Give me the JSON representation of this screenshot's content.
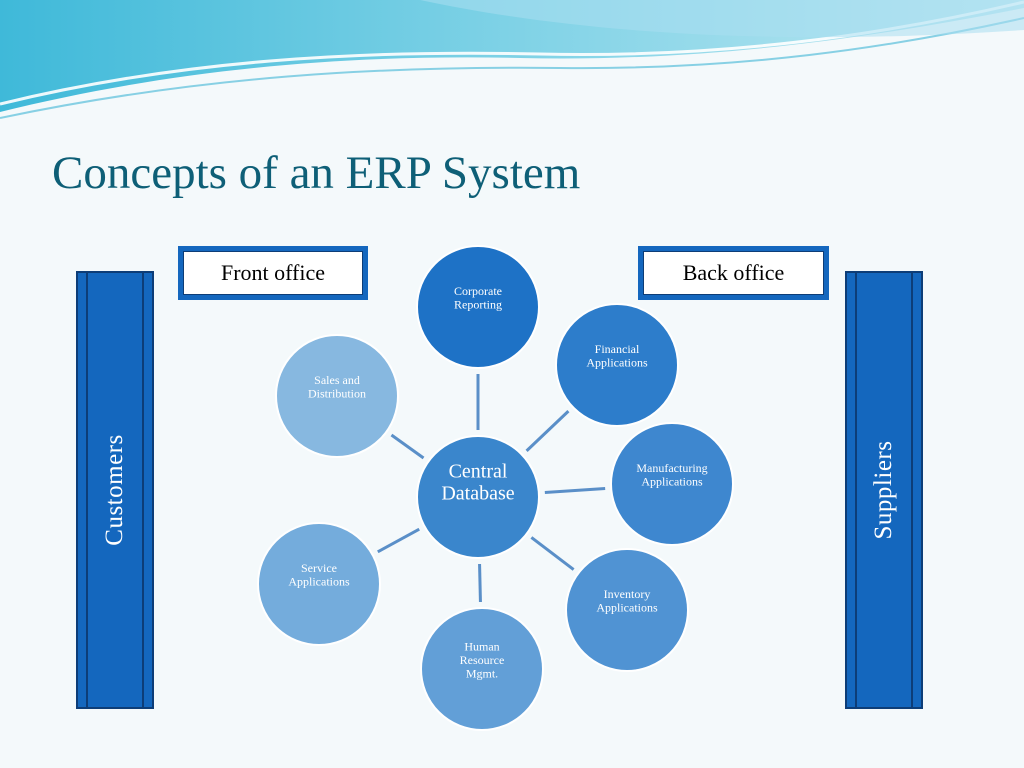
{
  "slide": {
    "title": "Concepts of an ERP System",
    "left_bar": "Customers",
    "right_bar": "Suppliers",
    "front_office": "Front office",
    "back_office": "Back office"
  },
  "diagram": {
    "center": {
      "id": "central-database",
      "lines": [
        "Central",
        "Database"
      ],
      "color": "#3a86cc"
    },
    "nodes": [
      {
        "id": "corporate-reporting",
        "lines": [
          "Corporate",
          "Reporting"
        ],
        "color": "#1e72c6"
      },
      {
        "id": "financial-applications",
        "lines": [
          "Financial",
          "Applications"
        ],
        "color": "#2d7dcb"
      },
      {
        "id": "manufacturing-applications",
        "lines": [
          "Manufacturing",
          "Applications"
        ],
        "color": "#3e87cf"
      },
      {
        "id": "inventory-applications",
        "lines": [
          "Inventory",
          "Applications"
        ],
        "color": "#5093d3"
      },
      {
        "id": "human-resource-mgmt",
        "lines": [
          "Human",
          "Resource",
          "Mgmt."
        ],
        "color": "#629fd7"
      },
      {
        "id": "service-applications",
        "lines": [
          "Service",
          "Applications"
        ],
        "color": "#74acdc"
      },
      {
        "id": "sales-and-distribution",
        "lines": [
          "Sales and",
          "Distribution"
        ],
        "color": "#87b8e0"
      }
    ],
    "connector_color": "#5a8fc8"
  }
}
